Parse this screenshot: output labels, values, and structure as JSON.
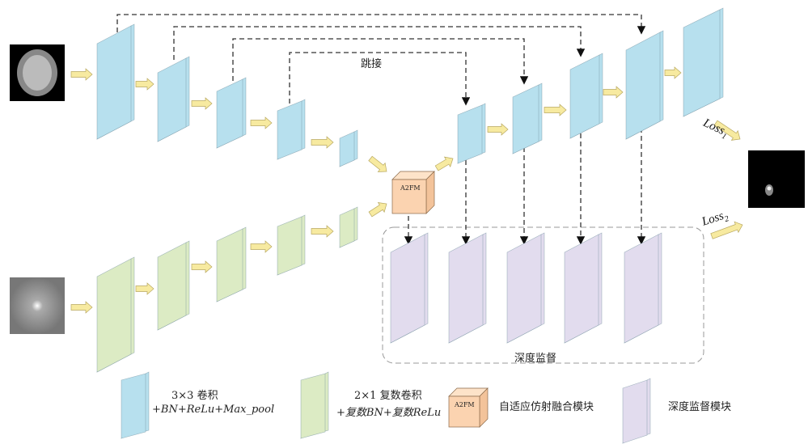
{
  "colors": {
    "encoder": "#b7e0ee",
    "complex": "#dcebc4",
    "a2fm": "#fbd3b0",
    "supervision": "#e2dcee",
    "arrow": "#f7eaa0",
    "dash": "#333333"
  },
  "labels": {
    "skip": "跳接",
    "deep_supervision": "深度监督",
    "a2fm": "A2FM",
    "loss1": "Loss",
    "loss1_sub": "1",
    "loss2": "Loss",
    "loss2_sub": "2"
  },
  "legend": {
    "conv_line1": "3×3 卷积",
    "conv_line2": "+BN+ReLu+Max_pool",
    "complex_line1": "2×1 复数卷积",
    "complex_line2": "+复数BN+复数ReLu",
    "a2fm_box": "A2FM",
    "a2fm_text": "自适应仿射融合模块",
    "supervision_text": "深度监督模块"
  },
  "icons": {
    "input_mri": "brain-mri-image",
    "input_fourier": "fourier-spectrum-image",
    "output_mask": "segmentation-mask-image"
  }
}
